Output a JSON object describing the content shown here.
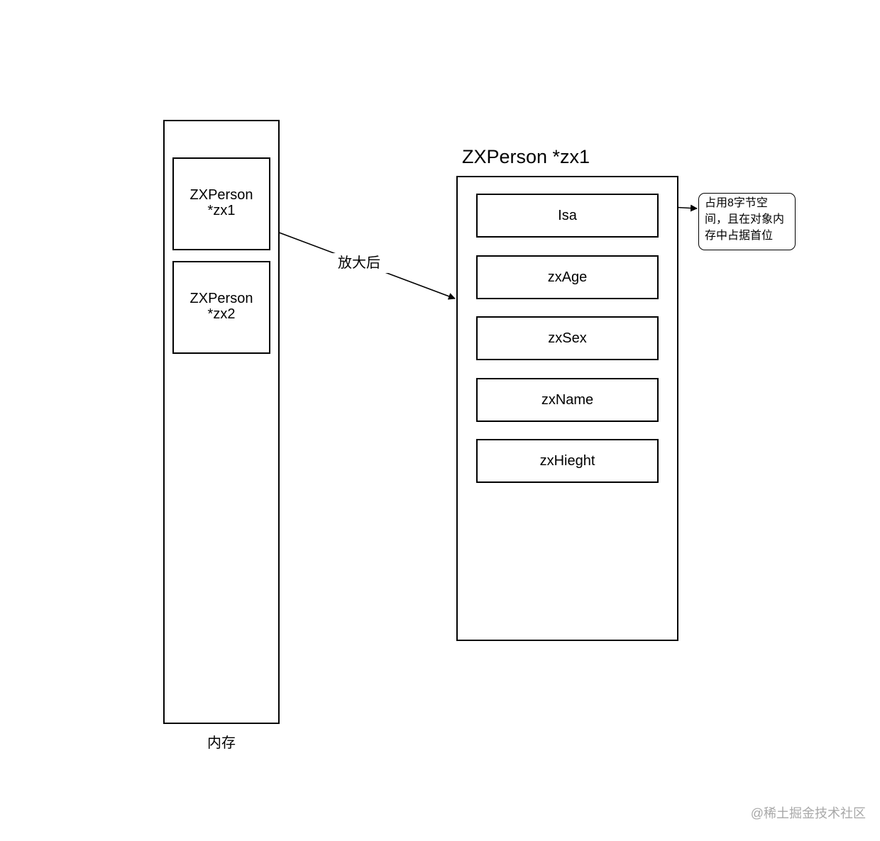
{
  "memory": {
    "caption": "内存",
    "objects": [
      {
        "line1": "ZXPerson",
        "line2": "*zx1"
      },
      {
        "line1": "ZXPerson",
        "line2": "*zx2"
      }
    ]
  },
  "zoom_label": "放大后",
  "expanded": {
    "title": "ZXPerson *zx1",
    "fields": [
      "Isa",
      "zxAge",
      "zxSex",
      "zxName",
      "zxHieght"
    ]
  },
  "note": {
    "lines": [
      "占用8字节空",
      "间，且在对象内",
      "存中占据首位"
    ]
  },
  "watermark": "@稀土掘金技术社区"
}
